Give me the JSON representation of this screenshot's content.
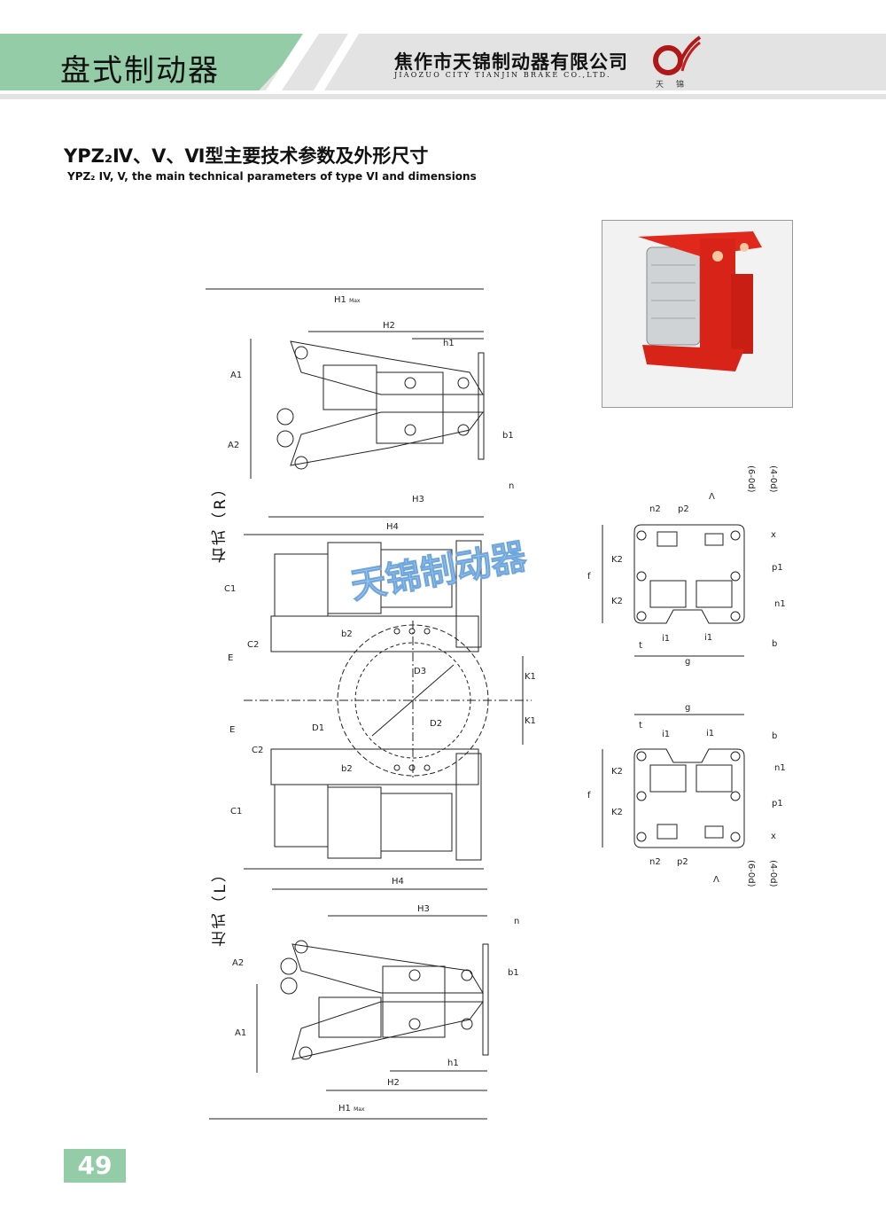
{
  "header": {
    "section_title": "盘式制动器",
    "company_cn": "焦作市天锦制动器有限公司",
    "company_en": "JIAOZUO CITY TIANJIN BRAKE CO.,LTD.",
    "logo_text": "天锦",
    "accent_color": "#95cca8",
    "logo_color": "#b01818"
  },
  "title": {
    "cn": "YPZ₂Ⅳ、Ⅴ、Ⅵ型主要技术参数及外形尺寸",
    "en": "YPZ₂ IV, V, the main technical parameters of type VI and dimensions"
  },
  "watermark": "天锦制动器",
  "drawing": {
    "right_label": "右式（R）",
    "left_label": "左式（L）",
    "top": {
      "H1": "H1",
      "max": "Max",
      "H2": "H2",
      "h1": "h1",
      "A1": "A1",
      "A2": "A2",
      "b1": "b1",
      "n": "n",
      "H3": "H3"
    },
    "mid": {
      "H4": "H4",
      "C1": "C1",
      "C2": "C2",
      "b2": "b2",
      "E": "E",
      "D3": "D3",
      "K1": "K1",
      "D1": "D1",
      "D2": "D2",
      "E2": "E",
      "C2b": "C2",
      "b2b": "b2",
      "C1b": "C1",
      "K1b": "K1"
    },
    "bottom": {
      "H4": "H4",
      "H3": "H3",
      "n": "n",
      "A2": "A2",
      "b1": "b1",
      "A1": "A1",
      "h1": "h1",
      "H2": "H2",
      "H1": "H1",
      "max": "Max"
    }
  },
  "mount_top": {
    "n2": "n2",
    "p2": "p2",
    "lam": "Λ",
    "d6": "(6-0d)",
    "d4": "(4-0d)",
    "x": "x",
    "K2a": "K2",
    "K2b": "K2",
    "f": "f",
    "p1": "p1",
    "n1": "n1",
    "i1a": "i1",
    "i1b": "i1",
    "t": "t",
    "b": "b",
    "g": "g"
  },
  "mount_bottom": {
    "g": "g",
    "t": "t",
    "i1a": "i1",
    "i1b": "i1",
    "b": "b",
    "n1": "n1",
    "K2a": "K2",
    "K2b": "K2",
    "f": "f",
    "p1": "p1",
    "x": "x",
    "n2": "n2",
    "p2": "p2",
    "lam": "Λ",
    "d6": "(6-0d)",
    "d4": "(4-0d)"
  },
  "page_number": "49"
}
